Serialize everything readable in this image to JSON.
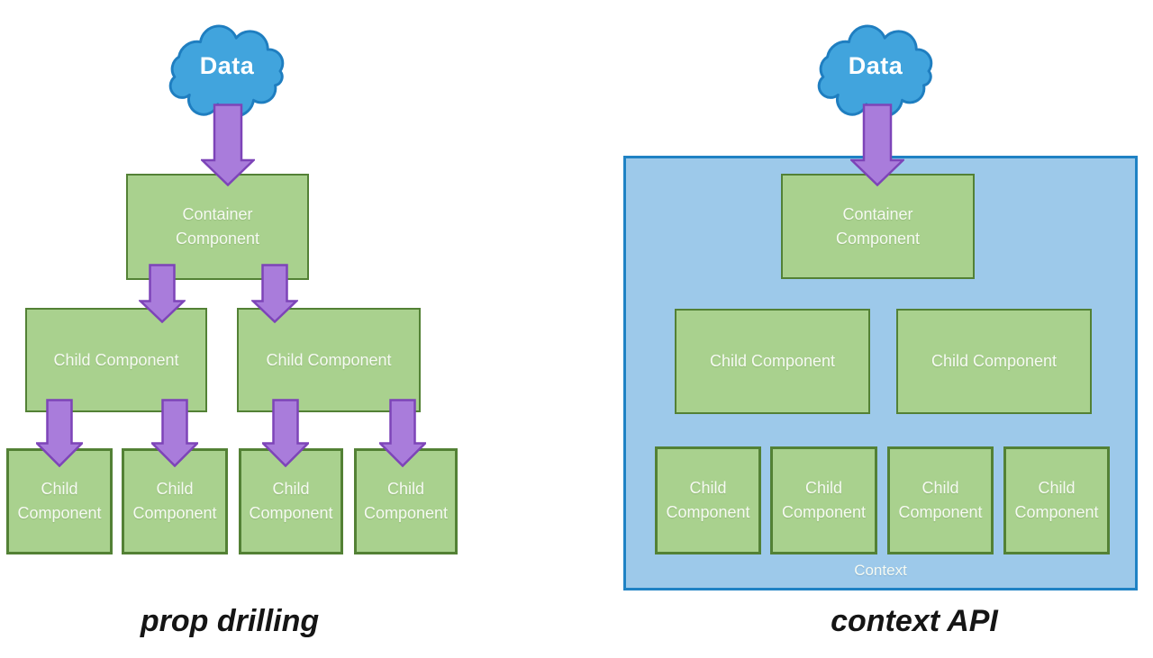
{
  "colors": {
    "green-fill": "#a9d18e",
    "green-border": "#538135",
    "purple-fill": "#a97cdb",
    "purple-border": "#7d44b8",
    "cloud-fill": "#41a4dd",
    "cloud-border": "#1f7ec0",
    "blue-fill": "#9dc9ea",
    "blue-border": "#1f82c4",
    "box-text": "#f6faf2",
    "caption-text": "#151515"
  },
  "left_panel": {
    "cloud_label": "Data",
    "container_label": "Container\nComponent",
    "mid_children": [
      "Child Component",
      "Child Component"
    ],
    "leaf_children": [
      "Child\nComponent",
      "Child\nComponent",
      "Child\nComponent",
      "Child\nComponent"
    ],
    "caption": "prop drilling"
  },
  "right_panel": {
    "cloud_label": "Data",
    "container_label": "Container\nComponent",
    "mid_children": [
      "Child Component",
      "Child Component"
    ],
    "leaf_children": [
      "Child\nComponent",
      "Child\nComponent",
      "Child\nComponent",
      "Child\nComponent"
    ],
    "context_label": "Context",
    "caption": "context API"
  }
}
